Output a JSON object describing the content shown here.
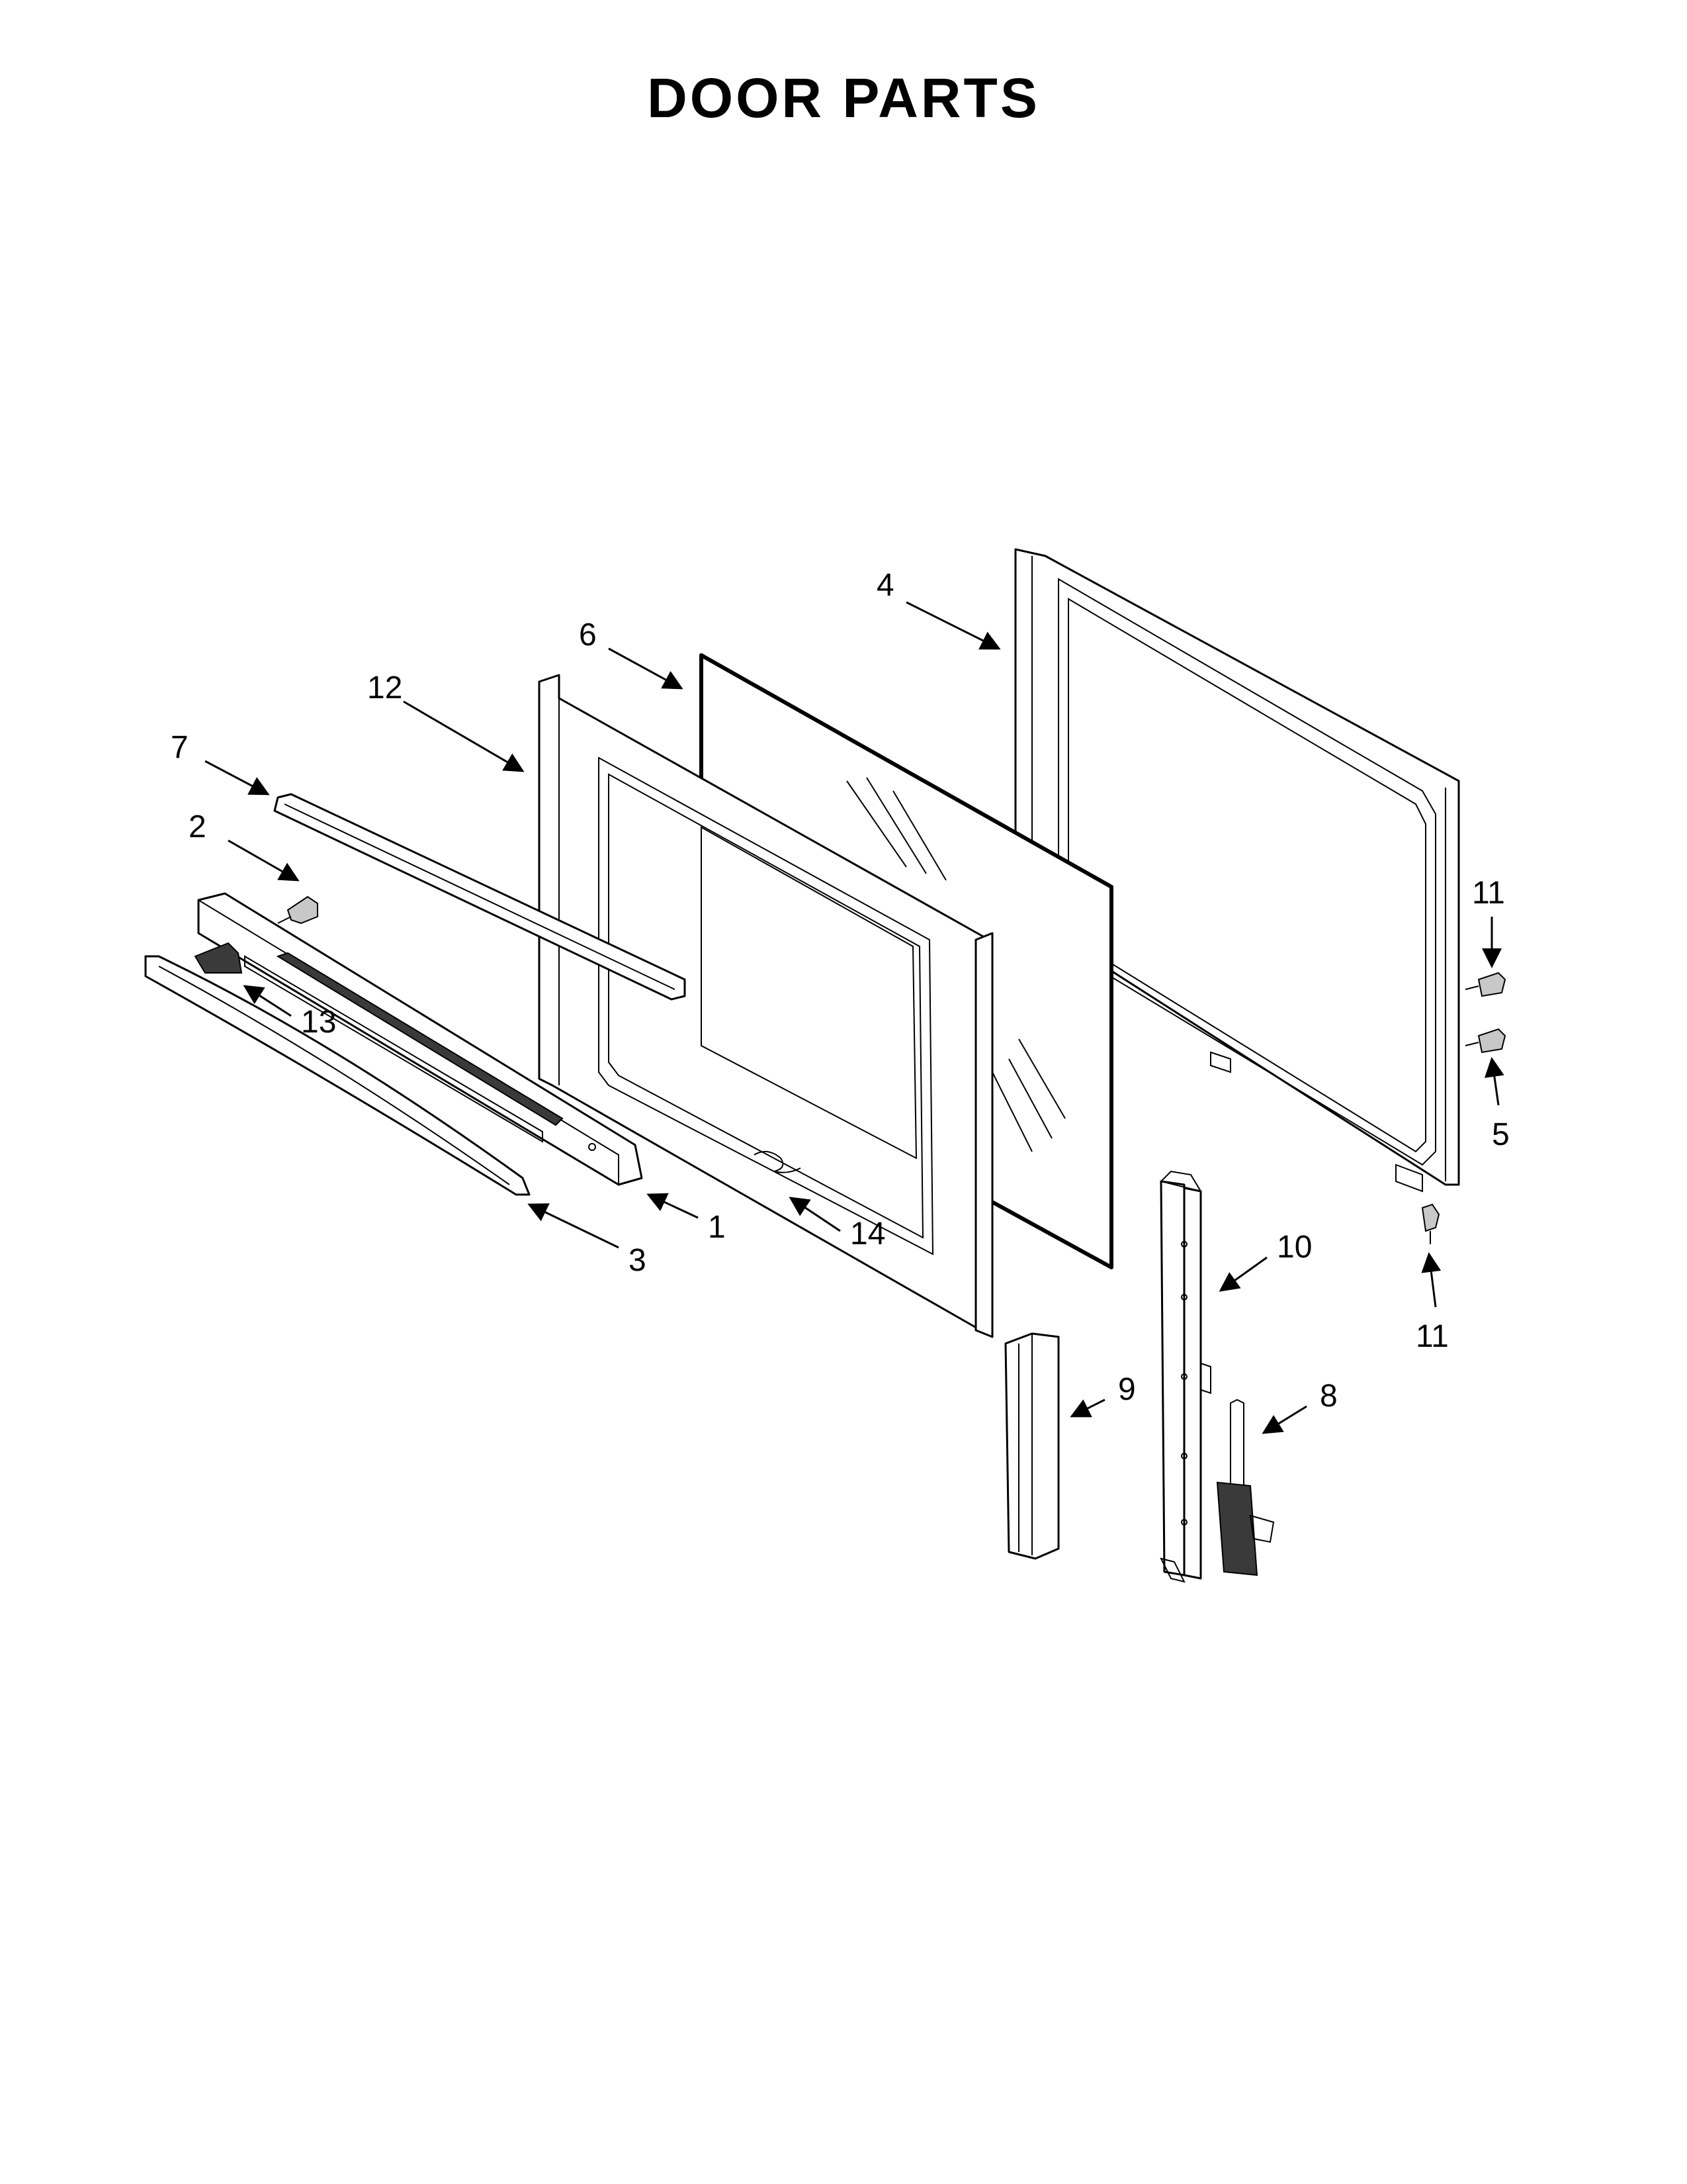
{
  "title": "DOOR PARTS",
  "callouts": {
    "c1": "1",
    "c2": "2",
    "c3": "3",
    "c4": "4",
    "c5": "5",
    "c6": "6",
    "c7": "7",
    "c8": "8",
    "c9": "9",
    "c10": "10",
    "c11a": "11",
    "c11b": "11",
    "c12": "12",
    "c13": "13",
    "c14": "14"
  }
}
